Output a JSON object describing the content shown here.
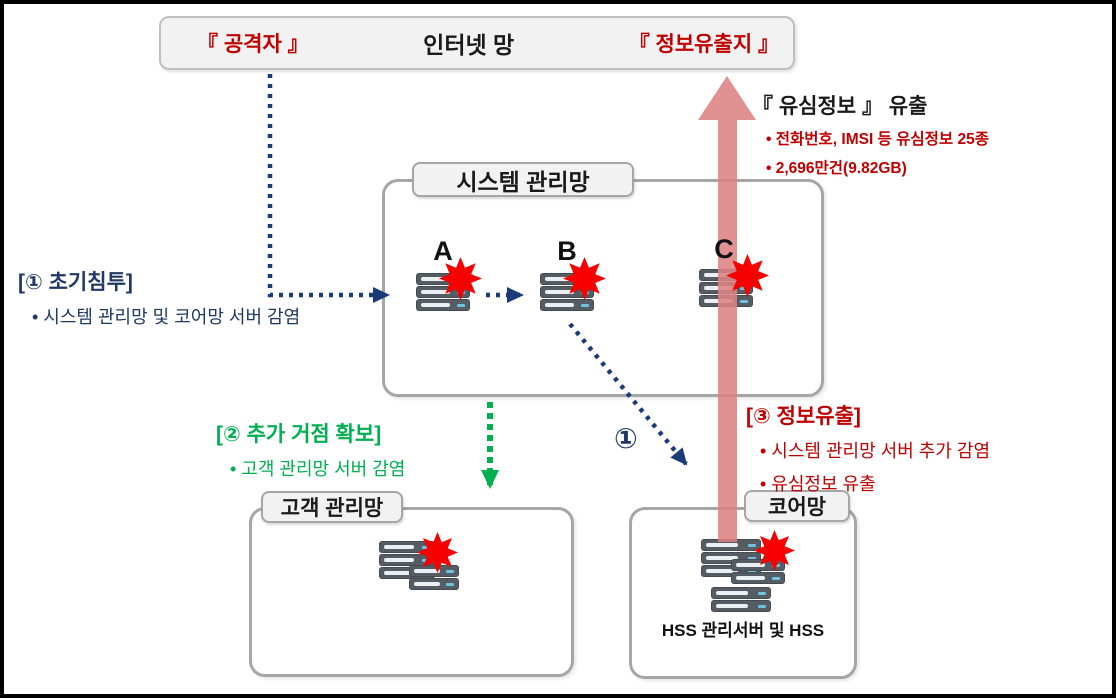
{
  "internet_bar": {
    "attacker": "『 공격자 』",
    "title": "인터넷 망",
    "exfil": "『 정보유출지 』"
  },
  "leak_callout": {
    "title": "『 유심정보 』 유출",
    "bullets": [
      "• 전화번호, IMSI 등 유심정보 25종",
      "• 2,696만건(9.82GB)"
    ]
  },
  "system_network": {
    "label": "시스템 관리망",
    "servers": [
      {
        "label": "A"
      },
      {
        "label": "B"
      },
      {
        "label": "C"
      }
    ]
  },
  "customer_network": {
    "label": "고객 관리망"
  },
  "core_network": {
    "label": "코어망",
    "caption": "HSS 관리서버 및 HSS"
  },
  "steps": {
    "step1": {
      "title": "[① 초기침투]",
      "bullets": [
        "• 시스템 관리망 및 코어망 서버 감염"
      ]
    },
    "step2": {
      "title": "[② 추가 거점 확보]",
      "bullets": [
        "• 고객 관리망 서버 감염"
      ]
    },
    "step3": {
      "title": "[③ 정보유출]",
      "bullets": [
        "• 시스템 관리망 서버 추가 감염",
        "• 유심정보 유출"
      ]
    }
  },
  "annotations": {
    "arrow_step_label": "①"
  },
  "colors": {
    "red_text": "#c00000",
    "navy_text": "#1f3864",
    "green_text": "#00b050",
    "exfil_arrow": "#dd8282",
    "infection_burst": "#f60000",
    "box_border": "#a6a6a6"
  }
}
